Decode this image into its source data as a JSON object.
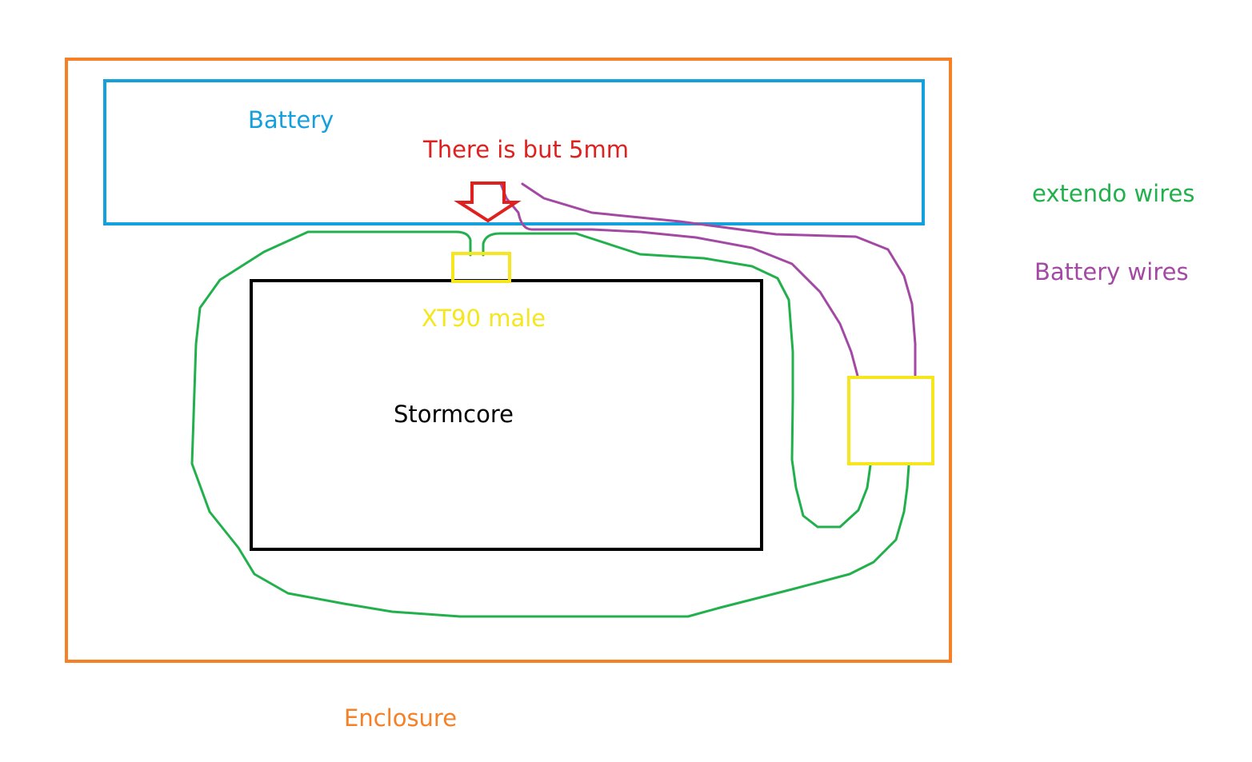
{
  "labels": {
    "battery": "Battery",
    "gap_note": "There is but 5mm",
    "connector": "XT90 male",
    "controller": "Stormcore",
    "enclosure": "Enclosure",
    "extendo_wires": "extendo wires",
    "battery_wires": "Battery wires"
  },
  "colors": {
    "enclosure": "#f58025",
    "battery": "#14a0dc",
    "gap_note": "#e0201e",
    "connector": "#f5e61e",
    "controller": "#000000",
    "extendo_wires": "#22b04c",
    "battery_wires": "#a349a4"
  }
}
